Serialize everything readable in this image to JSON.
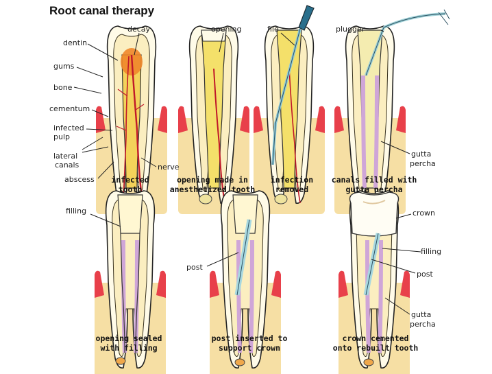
{
  "title": "Root canal therapy",
  "panel1": {
    "labels": {
      "decay": "decay",
      "dentin": "dentin",
      "gums": "gums",
      "bone": "bone",
      "cementum": "cementum",
      "infected_pulp_1": "infected",
      "infected_pulp_2": "pulp",
      "lateral_canals_1": "lateral",
      "lateral_canals_2": "canals",
      "abscess": "abscess",
      "nerve": "nerve"
    },
    "caption": [
      "infected",
      "tooth"
    ]
  },
  "panel2": {
    "labels": {
      "opening": "opening"
    },
    "caption": [
      "opening made in",
      "anesthetized tooth"
    ]
  },
  "panel3": {
    "labels": {
      "file": "file"
    },
    "caption": [
      "infection",
      "removed"
    ]
  },
  "panel4": {
    "labels": {
      "plugger": "plugger",
      "gutta_1": "gutta",
      "gutta_2": "percha"
    },
    "caption": [
      "canals filled with",
      "gutta percha"
    ]
  },
  "panel5": {
    "labels": {
      "filling": "filling"
    },
    "caption": [
      "opening sealed",
      "with filling"
    ]
  },
  "panel6": {
    "labels": {
      "post": "post"
    },
    "caption": [
      "post inserted to",
      "support crown"
    ]
  },
  "panel7": {
    "labels": {
      "crown": "crown",
      "filling": "filling",
      "post": "post",
      "gutta_1": "gutta",
      "gutta_2": "percha"
    },
    "caption": [
      "crown cemented",
      "onto rebuilt tooth"
    ]
  }
}
